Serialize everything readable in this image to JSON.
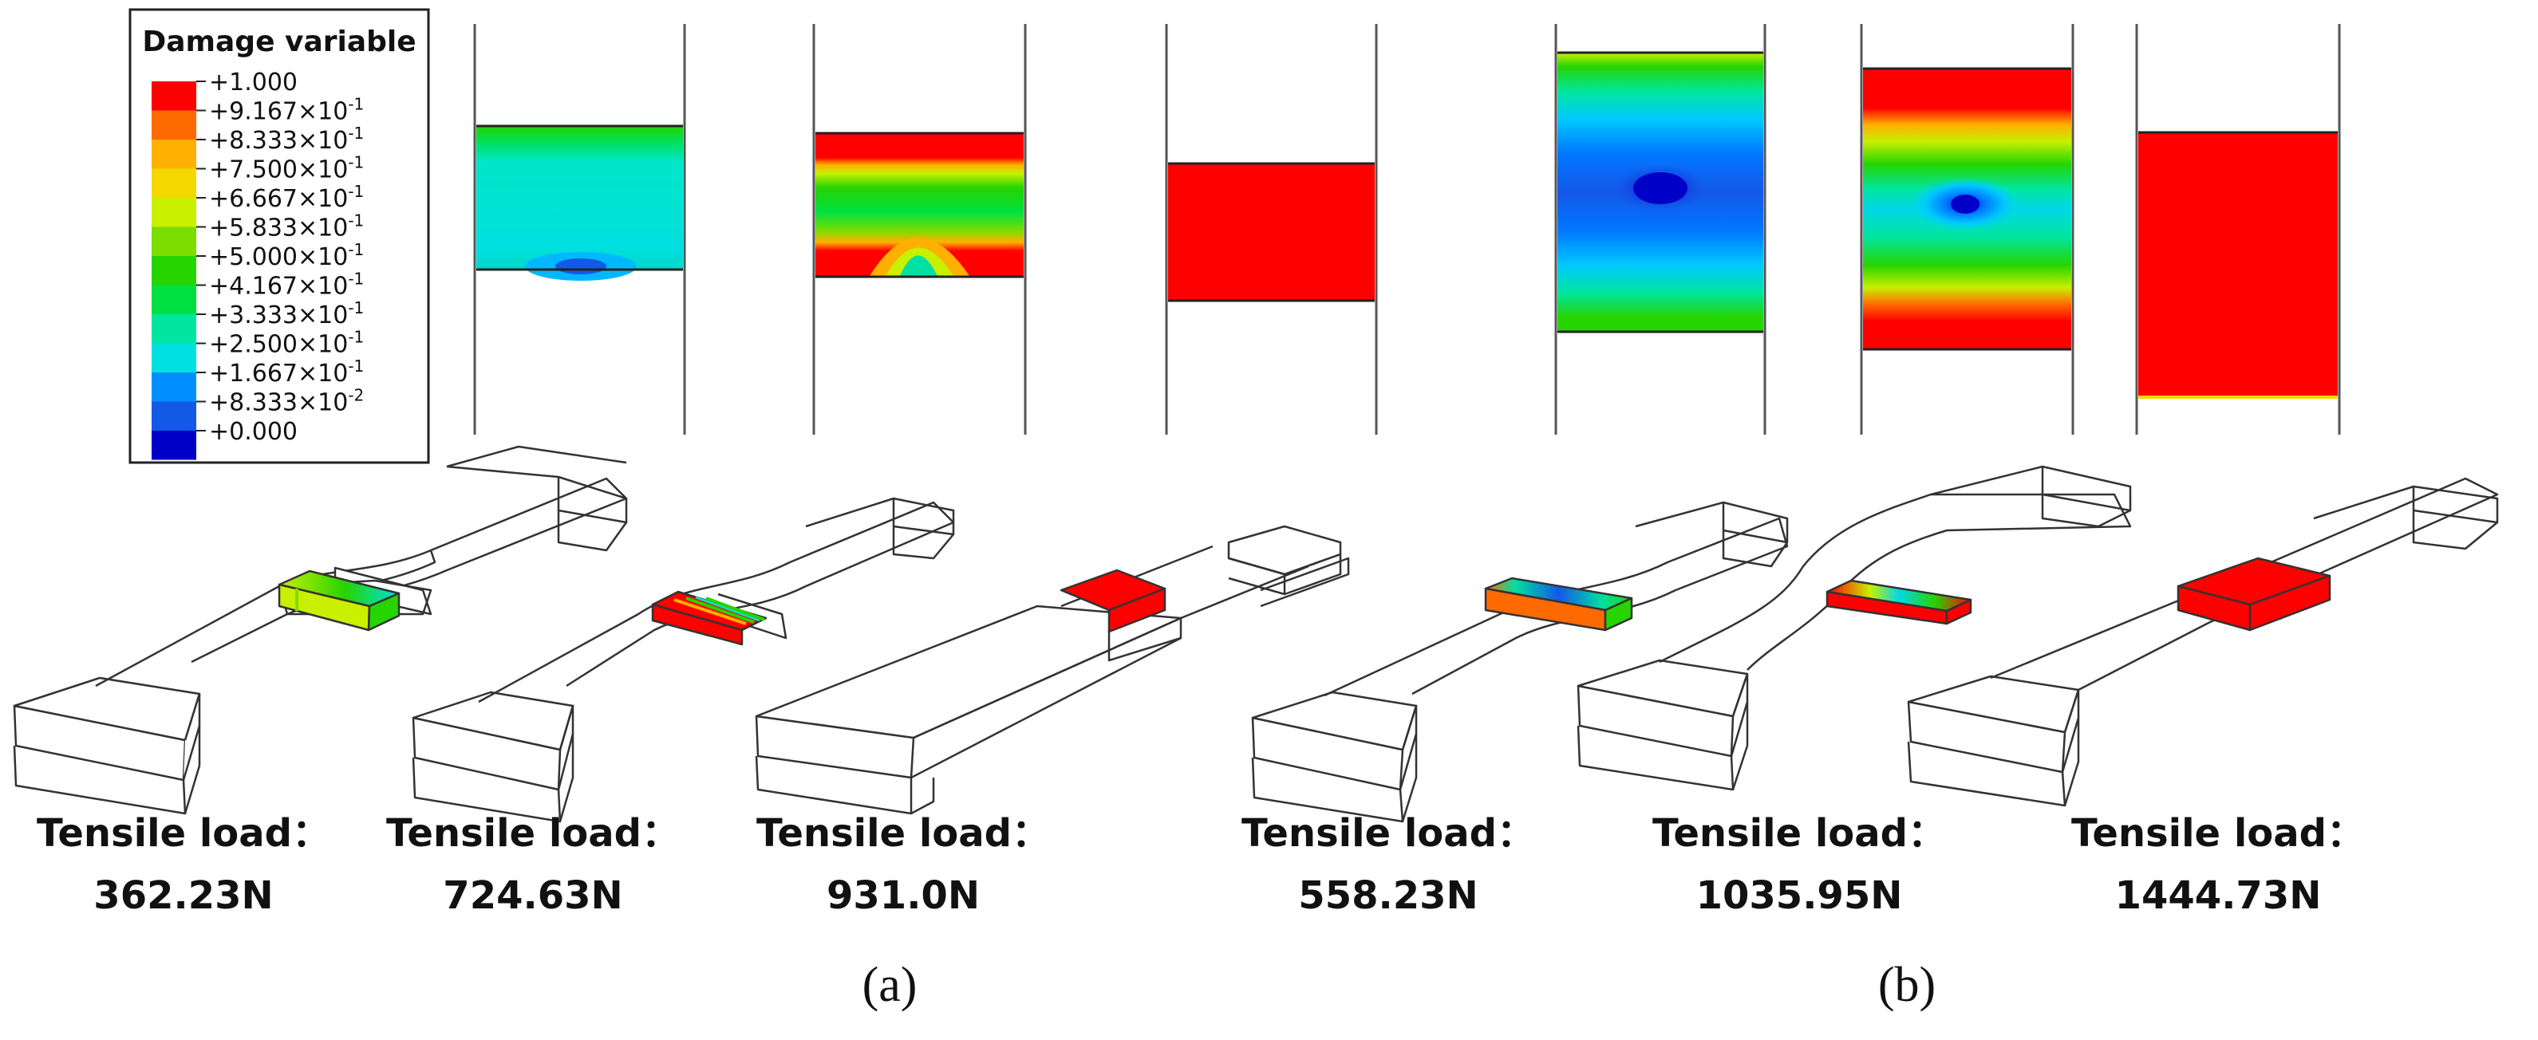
{
  "legend": {
    "title": "Damage variable",
    "colors": [
      "#ff0000",
      "#ff6a00",
      "#ffb000",
      "#f4d800",
      "#c8f000",
      "#7ddc00",
      "#26d400",
      "#00e040",
      "#00e6a0",
      "#00e0e0",
      "#0090ff",
      "#1458e8",
      "#0000c8"
    ],
    "labels": [
      [
        "+1.000",
        ""
      ],
      [
        "+9.167×10",
        "-1"
      ],
      [
        "+8.333×10",
        "-1"
      ],
      [
        "+7.500×10",
        "-1"
      ],
      [
        "+6.667×10",
        "-1"
      ],
      [
        "+5.833×10",
        "-1"
      ],
      [
        "+5.000×10",
        "-1"
      ],
      [
        "+4.167×10",
        "-1"
      ],
      [
        "+3.333×10",
        "-1"
      ],
      [
        "+2.500×10",
        "-1"
      ],
      [
        "+1.667×10",
        "-1"
      ],
      [
        "+8.333×10",
        "-2"
      ],
      [
        "+0.000",
        ""
      ]
    ]
  },
  "cases": [
    {
      "label": "Tensile load：",
      "value": "362.23N"
    },
    {
      "label": "Tensile load：",
      "value": "724.63N"
    },
    {
      "label": "Tensile load：",
      "value": "931.0N"
    },
    {
      "label": "Tensile load：",
      "value": "558.23N"
    },
    {
      "label": "Tensile load：",
      "value": "1035.95N"
    },
    {
      "label": "Tensile load：",
      "value": "1444.73N"
    }
  ],
  "subfigures": [
    "(a)",
    "(b)"
  ]
}
